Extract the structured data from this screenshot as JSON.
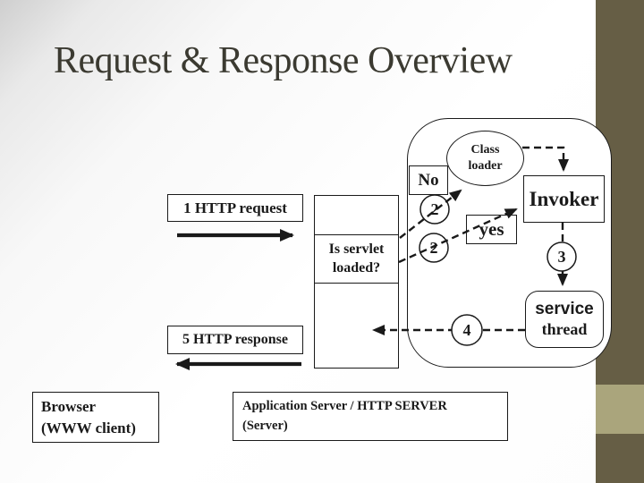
{
  "slide": {
    "title": "Request & Response Overview"
  },
  "colors": {
    "sidebar_dark": "#665e45",
    "sidebar_light": "#aaa57c",
    "title_ink": "#3b3a31",
    "diagram_ink": "#1a1a1a",
    "shape_fill": "#ffffff"
  },
  "diagram": {
    "http_request": {
      "label": "1 HTTP request"
    },
    "http_response": {
      "label": "5 HTTP response"
    },
    "servlet_check": {
      "lines": [
        "Is servlet",
        "loaded?"
      ]
    },
    "no": {
      "label": "No"
    },
    "yes": {
      "label": "yes"
    },
    "class_loader": {
      "lines": [
        "Class",
        "loader"
      ]
    },
    "invoker": {
      "label": "Invoker"
    },
    "service_thread": {
      "lines": [
        "service",
        "thread"
      ]
    },
    "steps": {
      "to_class_loader": "2",
      "to_invoker": "2",
      "to_service": "3",
      "response_path": "4"
    },
    "browser": {
      "lines": [
        "Browser",
        "(WWW client)"
      ]
    },
    "app_server": {
      "lines": [
        "Application Server / HTTP SERVER",
        "(Server)"
      ]
    }
  }
}
